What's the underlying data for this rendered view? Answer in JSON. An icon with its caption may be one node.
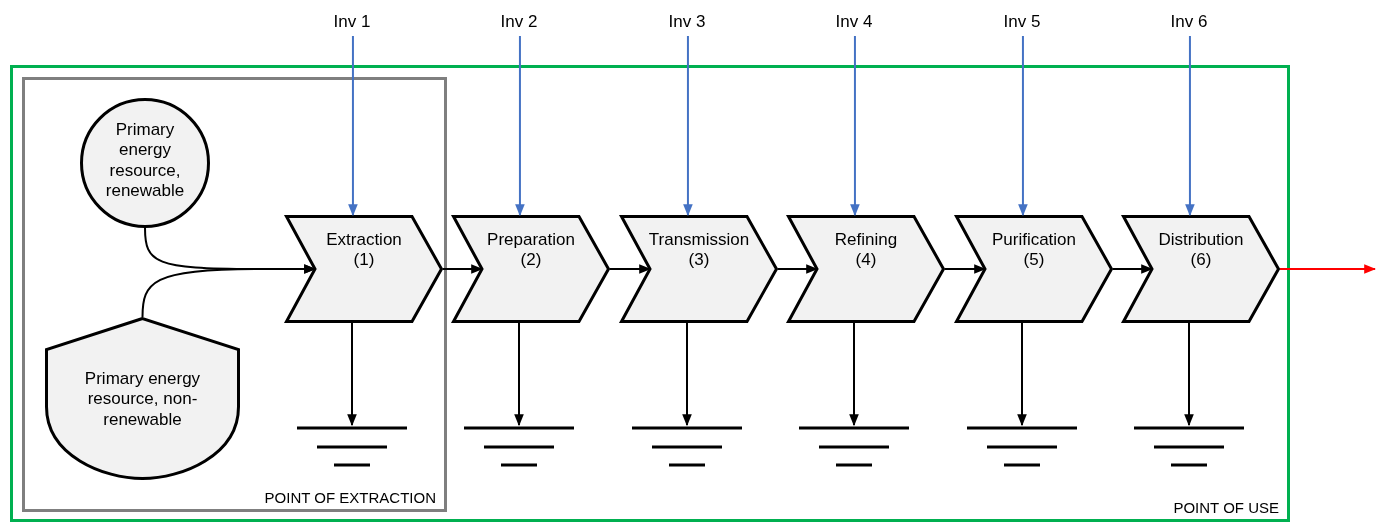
{
  "diagram": {
    "nodes": [
      {
        "text": [
          "POINT OF USE"
        ]
      },
      {
        "text": [
          "POINT OF EXTRACTION"
        ],
        "in": 0
      },
      {
        "text": [
          "Primary energy resource, renewable"
        ],
        "in": 1
      },
      {
        "text": [
          "Primary energy resource, non-renewable"
        ],
        "in": 1
      },
      {
        "text": [
          "Extraction",
          "(1)"
        ],
        "in": 1
      },
      {
        "text": [
          "Preparation",
          "(2)"
        ],
        "in": 0
      },
      {
        "text": [
          "Transmission",
          "(3)"
        ],
        "in": 0
      },
      {
        "text": [
          "Refining",
          "(4)"
        ],
        "in": 0
      },
      {
        "text": [
          "Purification",
          "(5)"
        ],
        "in": 0
      },
      {
        "text": [
          "Distribution",
          "(6)"
        ],
        "in": 0
      },
      {
        "text": [
          "Inv 1"
        ]
      },
      {
        "text": [
          "Inv 2"
        ]
      },
      {
        "text": [
          "Inv 3"
        ]
      },
      {
        "text": [
          "Inv 4"
        ]
      },
      {
        "text": [
          "Inv 5"
        ]
      },
      {
        "text": [
          "Inv 6"
        ]
      },
      {
        "text": [],
        "shape": "ground",
        "in": 1
      },
      {
        "text": [],
        "shape": "ground",
        "in": 0
      },
      {
        "text": [],
        "shape": "ground",
        "in": 0
      },
      {
        "text": [],
        "shape": "ground",
        "in": 0
      },
      {
        "text": [],
        "shape": "ground",
        "in": 0
      },
      {
        "text": [],
        "shape": "ground",
        "in": 0
      }
    ],
    "edges": [
      {
        "from": 2,
        "to": 4,
        "arrow": "to"
      },
      {
        "from": 3,
        "to": 4,
        "arrow": "to"
      },
      {
        "from": 4,
        "to": 5,
        "arrow": "to"
      },
      {
        "from": 5,
        "to": 6,
        "arrow": "to"
      },
      {
        "from": 6,
        "to": 7,
        "arrow": "to"
      },
      {
        "from": 7,
        "to": 8,
        "arrow": "to"
      },
      {
        "from": 8,
        "to": 9,
        "arrow": "to"
      },
      {
        "from": 9,
        "to": null,
        "arrow": "to",
        "color": "#ff0000"
      },
      {
        "from": 10,
        "to": 4,
        "arrow": "to",
        "color": "#4472c4"
      },
      {
        "from": 11,
        "to": 5,
        "arrow": "to",
        "color": "#4472c4"
      },
      {
        "from": 12,
        "to": 6,
        "arrow": "to",
        "color": "#4472c4"
      },
      {
        "from": 13,
        "to": 7,
        "arrow": "to",
        "color": "#4472c4"
      },
      {
        "from": 14,
        "to": 8,
        "arrow": "to",
        "color": "#4472c4"
      },
      {
        "from": 15,
        "to": 9,
        "arrow": "to",
        "color": "#4472c4"
      },
      {
        "from": 4,
        "to": 16,
        "arrow": "to"
      },
      {
        "from": 5,
        "to": 17,
        "arrow": "to"
      },
      {
        "from": 6,
        "to": 18,
        "arrow": "to"
      },
      {
        "from": 7,
        "to": 19,
        "arrow": "to"
      },
      {
        "from": 8,
        "to": 20,
        "arrow": "to"
      },
      {
        "from": 9,
        "to": 21,
        "arrow": "to"
      }
    ]
  }
}
